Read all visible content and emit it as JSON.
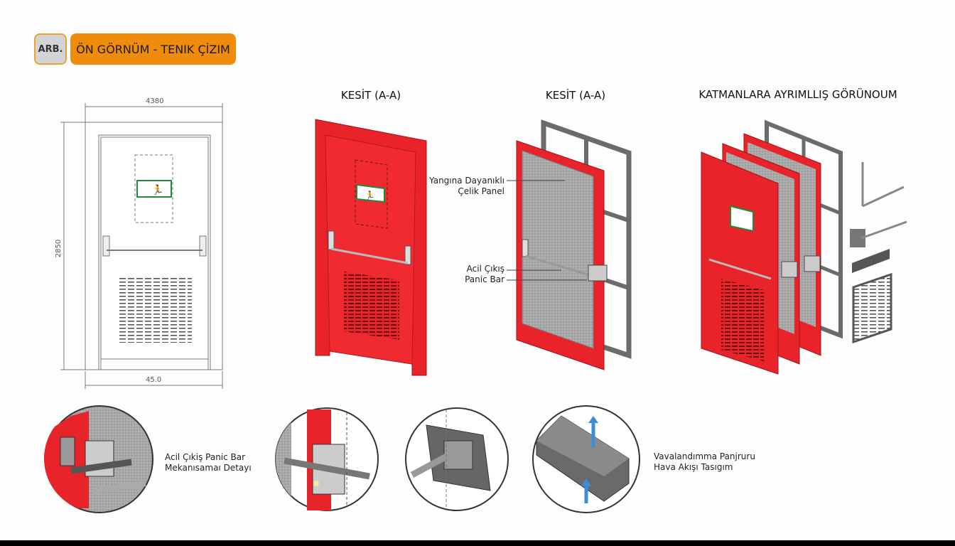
{
  "header": {
    "badge": "ARB.",
    "title": "ÖN GÖRNÜM - TENIK ÇİZIM"
  },
  "front_view": {
    "dim_top": "4380",
    "dim_left": "2850",
    "dim_bottom": "45.0"
  },
  "section_titles": [
    "KESİT (A-A)",
    "KESİT (A-A)",
    "KATMANLARA AYRIMLLIŞ GÖRÜNOUM"
  ],
  "callouts": {
    "panel_line1": "Yangına Dayanıklı",
    "panel_line2": "Çelik Panel",
    "bar_line1": "Acil Çıkış",
    "bar_line2": "Panic Bar"
  },
  "details": {
    "panic_line1": "Acil Çıkiş Panic Bar",
    "panic_line2": "Mekanısamaı Detayı",
    "vent_line1": "Vavalandımma Panjruru",
    "vent_line2": "Hava Akışı Tasıgım"
  },
  "colors": {
    "door_red": "#e8232a",
    "accent_orange": "#f08c0c",
    "frame_gray": "#6b6b6b",
    "exit_green": "#1f8a3a"
  }
}
